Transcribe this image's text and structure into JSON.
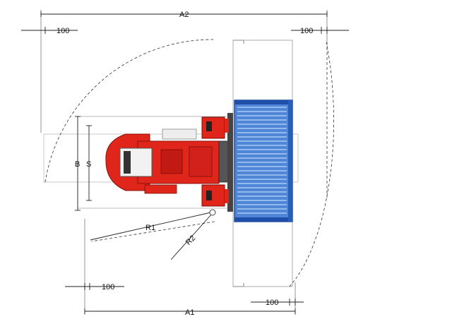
{
  "labels": {
    "a2": "A2",
    "a1": "A1",
    "b": "B",
    "s": "S",
    "r1": "R1",
    "r2": "R2",
    "top_left_100": "100",
    "top_right_100": "100",
    "bottom_left_100": "100",
    "bottom_right_100": "100"
  },
  "colors": {
    "truck_red": "#e0261a",
    "truck_dark_red": "#a8160f",
    "container_blue": "#4f86d8",
    "container_rib": "#a9c8f2",
    "container_frame": "#1f4fa8",
    "line_dark": "#222222"
  }
}
